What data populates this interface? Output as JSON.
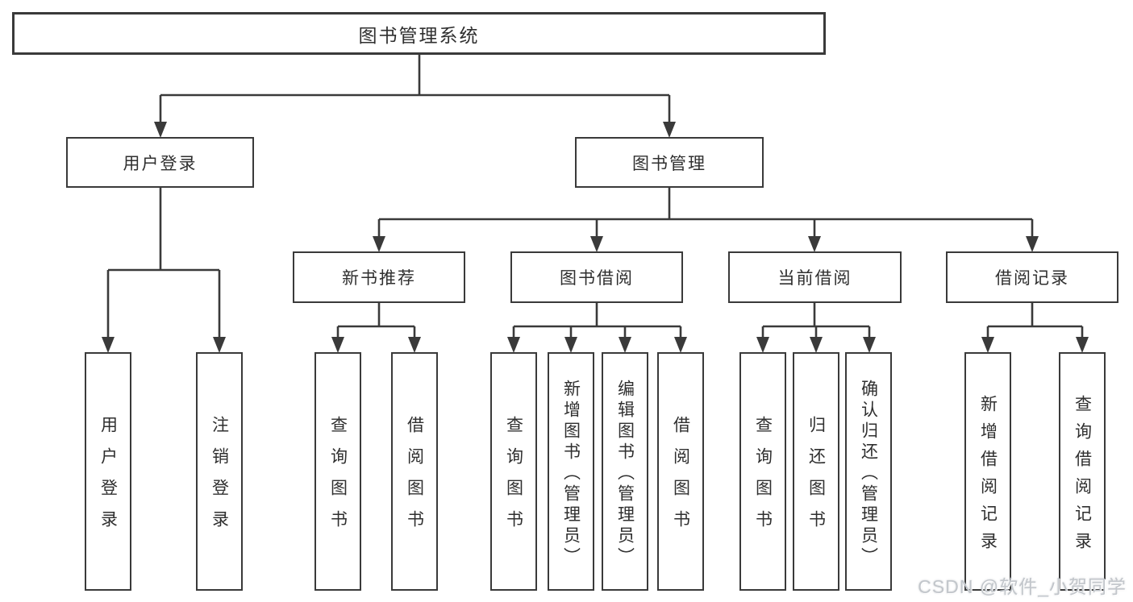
{
  "tree": {
    "root": {
      "label": "图书管理系统",
      "children": [
        {
          "label": "用户登录",
          "children": [
            {
              "label": "用户登录"
            },
            {
              "label": "注销登录"
            }
          ]
        },
        {
          "label": "图书管理",
          "children": [
            {
              "label": "新书推荐",
              "children": [
                {
                  "label": "查询图书"
                },
                {
                  "label": "借阅图书"
                }
              ]
            },
            {
              "label": "图书借阅",
              "children": [
                {
                  "label": "查询图书"
                },
                {
                  "label": "新增图书（管理员）"
                },
                {
                  "label": "编辑图书（管理员）"
                },
                {
                  "label": "借阅图书"
                }
              ]
            },
            {
              "label": "当前借阅",
              "children": [
                {
                  "label": "查询图书"
                },
                {
                  "label": "归还图书"
                },
                {
                  "label": "确认归还（管理员）"
                }
              ]
            },
            {
              "label": "借阅记录",
              "children": [
                {
                  "label": "新增借阅记录"
                },
                {
                  "label": "查询借阅记录"
                }
              ]
            }
          ]
        }
      ]
    }
  },
  "watermark": {
    "text": "CSDN @软件_小贺同学"
  },
  "colors": {
    "line": "#3a3a3a",
    "box_border": "#3a3a3a",
    "box_background": "#ffffff",
    "text": "#2f2f2f",
    "watermark": "#c2c6cb",
    "background": "#ffffff"
  }
}
